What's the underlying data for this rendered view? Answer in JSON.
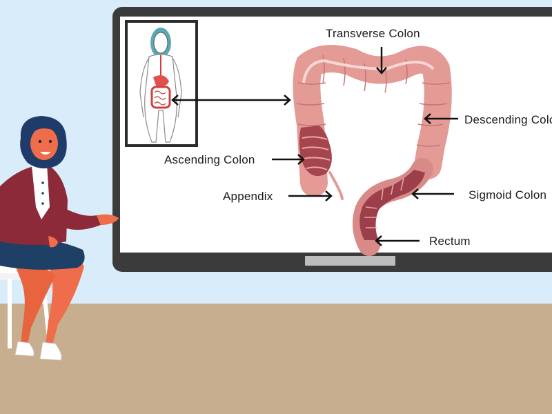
{
  "colors": {
    "wall": "#d9ecfa",
    "floor": "#c7ae8e",
    "frame": "#3b3b3b",
    "stand": "#bdbdbd",
    "colon": "#e49a95",
    "colon_dark": "#b45a60",
    "teacher_jacket": "#8c2a3a",
    "teacher_skirt": "#1e3f66",
    "teacher_skin": "#f06d4b",
    "teacher_hair": "#1f3b6a"
  },
  "diagram": {
    "labels": {
      "transverse": "Transverse Colon",
      "descending": "Descending Colon",
      "ascending": "Ascending Colon",
      "appendix": "Appendix",
      "sigmoid": "Sigmoid Colon",
      "rectum": "Rectum"
    }
  },
  "icons": {
    "body_inset": "human-body-digestive-icon",
    "presenter": "woman-presenter-icon"
  }
}
